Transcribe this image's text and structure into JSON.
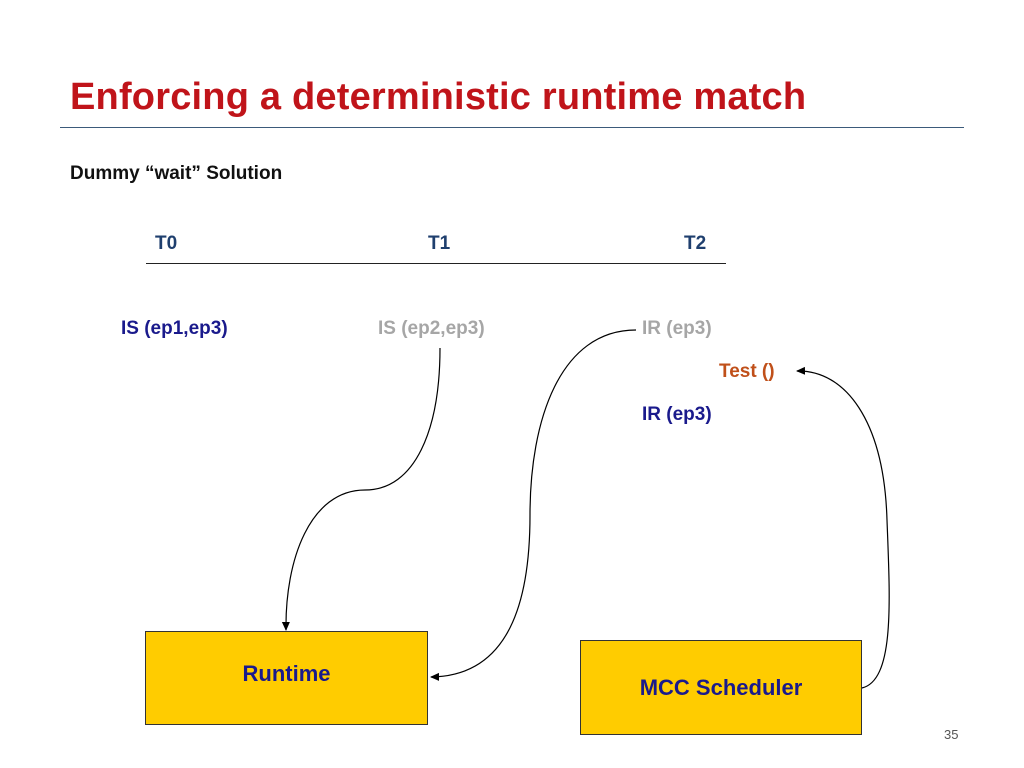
{
  "slide": {
    "title": "Enforcing a deterministic runtime match",
    "subtitle": "Dummy “wait” Solution",
    "page_number": "35"
  },
  "timeline": {
    "ticks": [
      "T0",
      "T1",
      "T2"
    ]
  },
  "calls": {
    "is_ep1_ep3": "IS (ep1,ep3)",
    "is_ep2_ep3": "IS (ep2,ep3)",
    "ir_ep3_first": "IR (ep3)",
    "test": "Test ()",
    "ir_ep3_second": "IR (ep3)"
  },
  "boxes": {
    "runtime": "Runtime",
    "mcc_scheduler": "MCC Scheduler"
  },
  "colors": {
    "title": "#c0141a",
    "active_call": "#1a1a8c",
    "inactive_call": "#a6a6a6",
    "test_call": "#c0501a",
    "box_fill": "#ffcc00"
  }
}
